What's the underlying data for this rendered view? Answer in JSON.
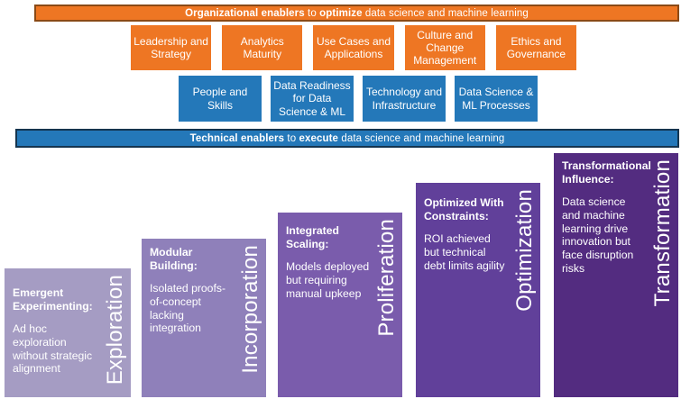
{
  "org_banner": {
    "bold1": "Organizational enablers",
    "mid": " to ",
    "bold2": "optimize",
    "rest": " data science and machine learning"
  },
  "tech_banner": {
    "bold1": "Technical enablers",
    "mid": " to ",
    "bold2": "execute",
    "rest": " data science and machine learning"
  },
  "org_enablers": [
    {
      "label": "Leadership and Strategy"
    },
    {
      "label": "Analytics Maturity"
    },
    {
      "label": "Use Cases and Applications"
    },
    {
      "label": "Culture and Change Management"
    },
    {
      "label": "Ethics and Governance"
    }
  ],
  "tech_enablers": [
    {
      "label": "People and Skills"
    },
    {
      "label": "Data Readiness for Data Science & ML"
    },
    {
      "label": "Technology and Infrastructure"
    },
    {
      "label": "Data Science & ML Processes"
    }
  ],
  "maturity_steps": [
    {
      "stage": "Exploration",
      "heading": "Emergent Experimenting:",
      "description": "Ad hoc exploration without strategic alignment",
      "color": "#a59cc3"
    },
    {
      "stage": "Incorporation",
      "heading": "Modular Building:",
      "description": "Isolated proofs-of-concept lacking integration",
      "color": "#8f80ba"
    },
    {
      "stage": "Proliferation",
      "heading": "Integrated Scaling:",
      "description": "Models deployed but requiring manual upkeep",
      "color": "#7a5cac"
    },
    {
      "stage": "Optimization",
      "heading": "Optimized With Constraints:",
      "description": "ROI achieved but technical debt limits agility",
      "color": "#61409a"
    },
    {
      "stage": "Transformation",
      "heading": "Transformational Influence:",
      "description": "Data science and machine learning drive innovation but face disruption risks",
      "color": "#532c80"
    }
  ],
  "colors": {
    "orange": "#ee7623",
    "orange_border": "#8a4a16",
    "blue": "#2478b9",
    "blue_border": "#15354f"
  }
}
